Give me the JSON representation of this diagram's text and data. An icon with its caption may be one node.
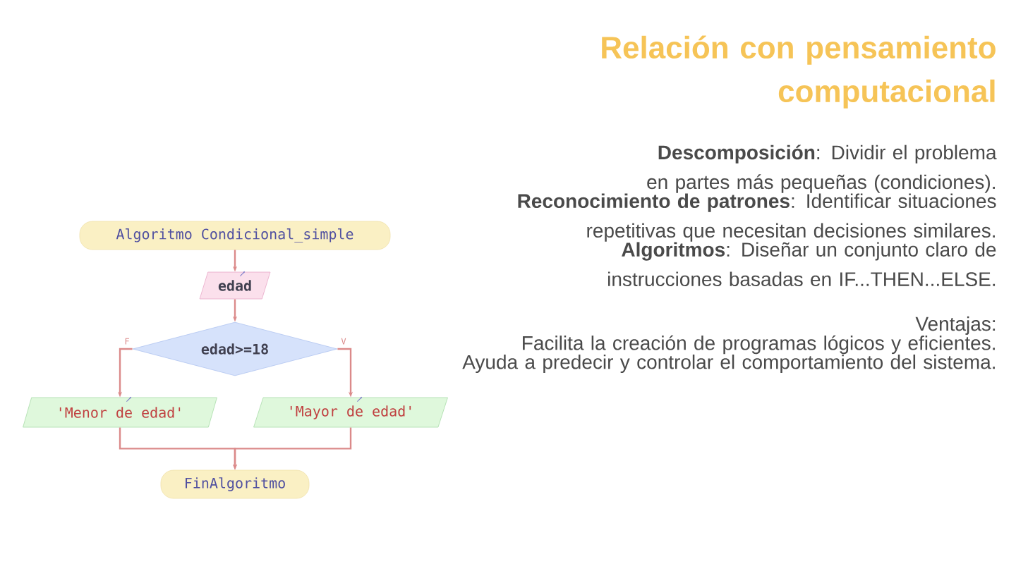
{
  "diagram": {
    "title": "Relación con pensamiento computacional",
    "nodes": [
      {
        "text": [
          "Algoritmo Condicional_simple"
        ]
      },
      {
        "text": [
          "edad"
        ]
      },
      {
        "text": [
          "edad>=18"
        ]
      },
      {
        "text": [
          "'Menor de edad'"
        ]
      },
      {
        "text": [
          "'Mayor de edad'"
        ]
      },
      {
        "text": [
          "FinAlgoritmo"
        ]
      }
    ],
    "edges": [
      {
        "from": 0,
        "to": 1,
        "arrow": "to"
      },
      {
        "from": 1,
        "to": 2,
        "arrow": "to"
      },
      {
        "from": 2,
        "to": 3,
        "arrow": "to",
        "label": "F"
      },
      {
        "from": 2,
        "to": 4,
        "arrow": "to",
        "label": "V"
      },
      {
        "from": 3,
        "to": 5,
        "arrow": "to"
      },
      {
        "from": 4,
        "to": 5,
        "arrow": "to"
      }
    ],
    "labels": [
      "**Descomposición**: Dividir el problema en partes más pequeñas (condiciones).",
      "**Reconocimiento de patrones**: Identificar situaciones repetitivas que necesitan decisiones similares.",
      "**Algoritmos**: Diseñar un conjunto claro de instrucciones basadas en IF...THEN...ELSE.",
      "Ventajas:",
      "Facilita la creación de programas lógicos y eficientes.",
      "Ayuda a predecir y controlar el comportamiento del sistema."
    ]
  }
}
